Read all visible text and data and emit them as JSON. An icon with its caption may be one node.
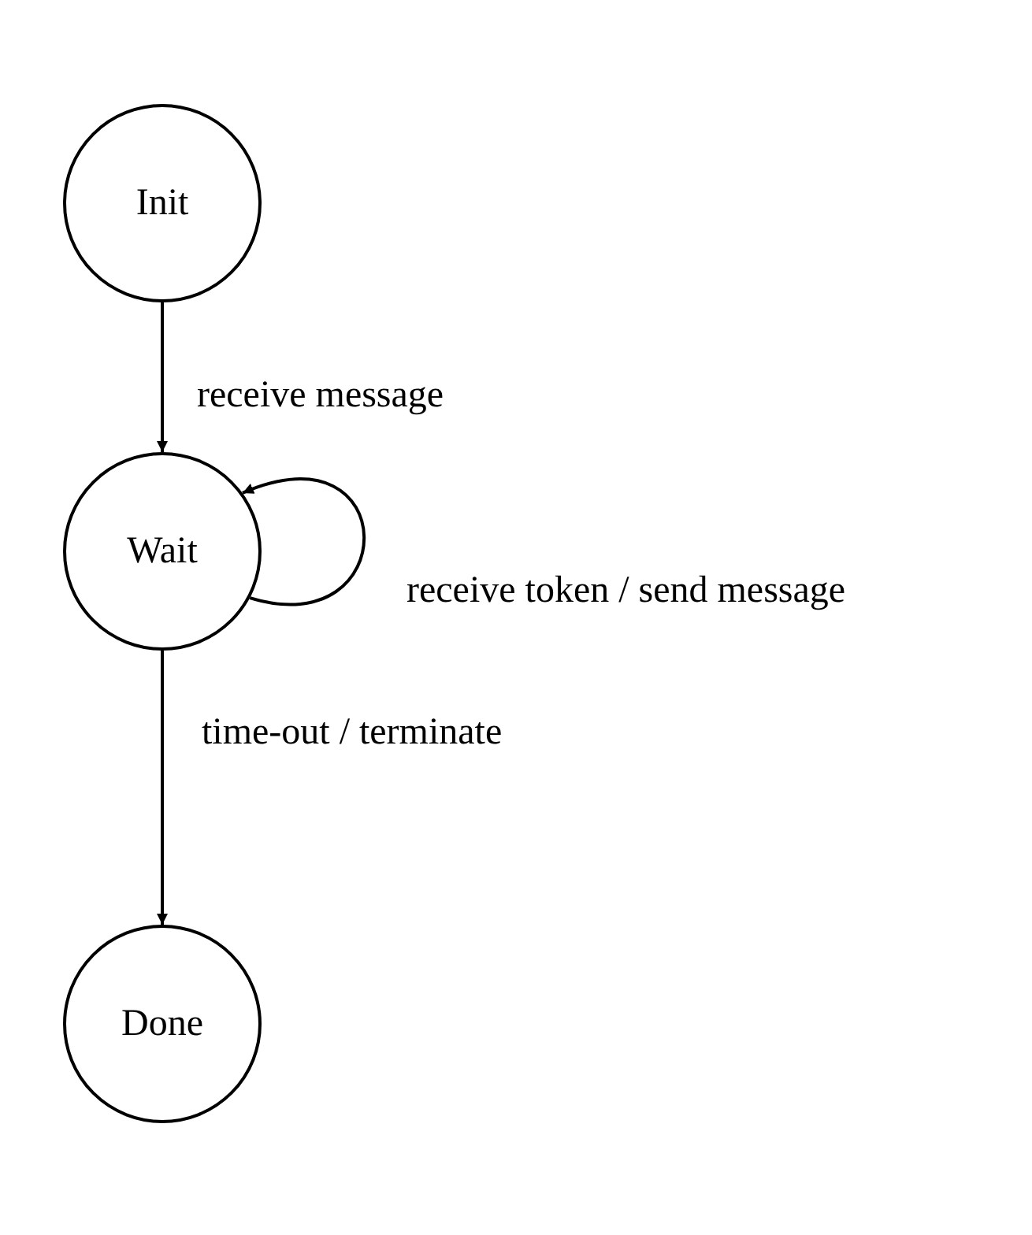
{
  "diagram": {
    "nodes": [
      {
        "text": [
          "Init"
        ]
      },
      {
        "text": [
          "Wait"
        ]
      },
      {
        "text": [
          "Done"
        ]
      }
    ],
    "edges": [
      {
        "from": 0,
        "to": 1,
        "arrow": "to",
        "label": "receive message"
      },
      {
        "from": 1,
        "to": 1,
        "arrow": "to",
        "label": "receive token / send message"
      },
      {
        "from": 1,
        "to": 2,
        "arrow": "to",
        "label": "time-out / terminate"
      }
    ]
  }
}
